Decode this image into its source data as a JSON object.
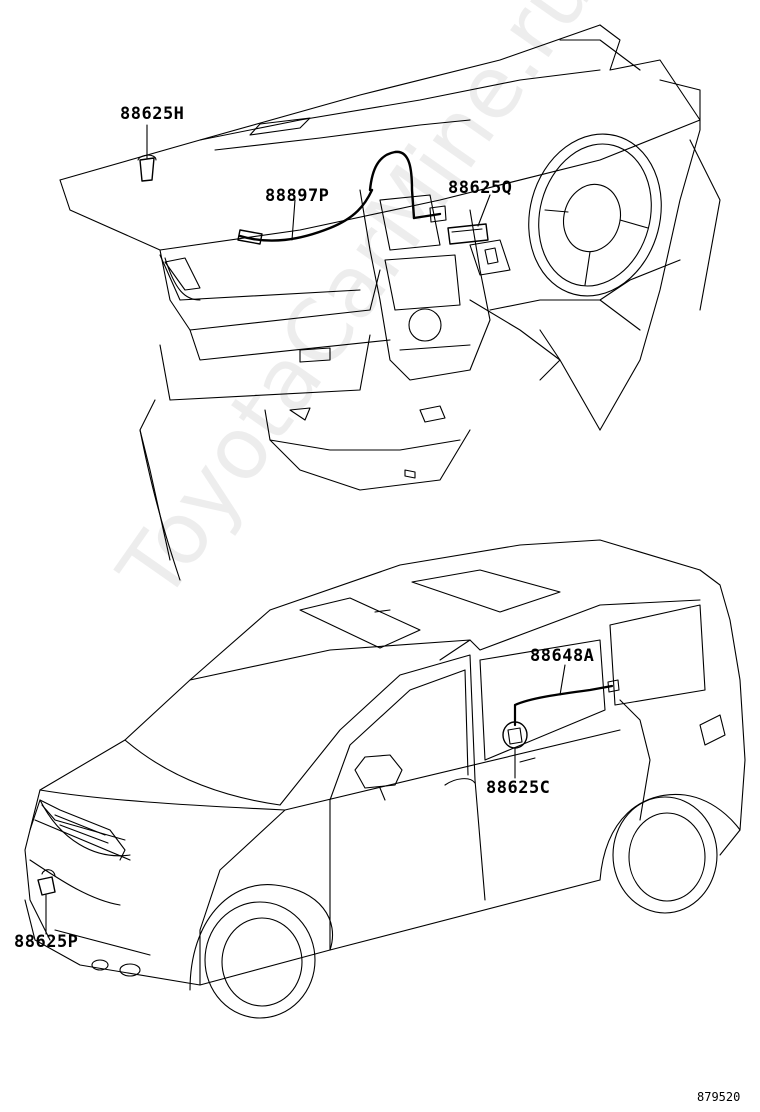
{
  "callouts": {
    "p88625h": "88625H",
    "p88897p": "88897P",
    "p88625q": "88625Q",
    "p88648a": "88648A",
    "p88625c": "88625C",
    "p88625p": "88625P"
  },
  "diagram_id": "879520",
  "watermark": "ToyotaCarMine.ru",
  "colors": {
    "line": "#000000",
    "background": "#ffffff"
  }
}
